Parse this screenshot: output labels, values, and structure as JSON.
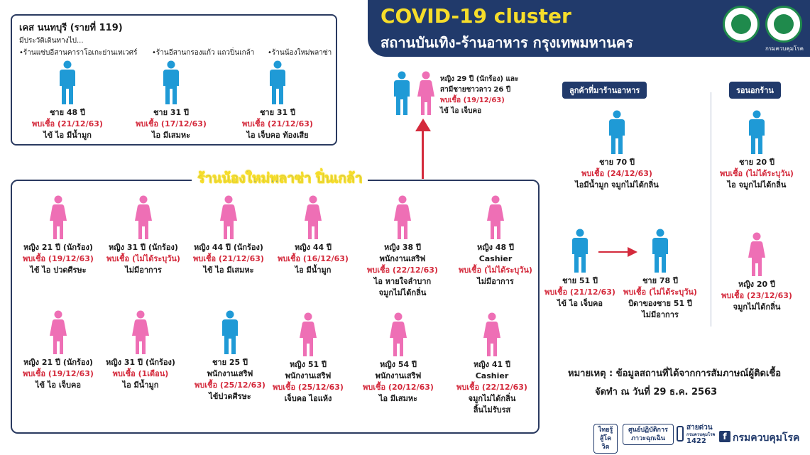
{
  "header": {
    "title": "COVID-19 cluster",
    "subtitle": "สถานบันเทิง-ร้านอาหาร กรุงเทพมหานคร",
    "logo2_caption": "กรมควบคุมโรค"
  },
  "colors": {
    "male": "#1f9ad6",
    "female": "#ee6fb5",
    "accent_red": "#d42a3c",
    "navy": "#213a6b",
    "yellow": "#f6dd2a"
  },
  "nonthaburi": {
    "title": "เคส นนทบุรี (รายที่ 119)",
    "history": "มีประวัติเดินทางไป...",
    "locations": [
      "•ร้านแซ่บอีสานคาราโอเกะย่านเทเวศร์",
      "•ร้านอีสานกรองแก้ว แถวปิ่นเกล้า",
      "•ร้านน้องใหม่พลาซ่า"
    ]
  },
  "main_cluster": {
    "title": "ร้านน้องใหม่พลาซ่า ปิ่นเกล้า"
  },
  "couple": {
    "line1": "หญิง 29 ปี (นักร้อง)  และ",
    "line2": "สามีชายชาวลาว 26 ปี",
    "found": "พบเชื้อ (19/12/63)",
    "symptom": "ไข้ ไอ เจ็บคอ"
  },
  "restaurant_label": "ลูกค้าที่มาร้านอาหาร",
  "outside_label": "รอนอกร้าน",
  "note": "หมายเหตุ : ข้อมูลสถานที่ได้จากการสัมภาษณ์ผู้ติดเชื้อ",
  "date": "จัดทำ ณ วันที่ 29 ธ.ค. 2563",
  "footer": {
    "b1": "ไทยรู้ สู้โควิด",
    "b2": "ศูนย์ปฏิบัติการ ภาวะฉุกเฉิน",
    "hotline_label": "สายด่วน",
    "hotline_org": "กรมควบคุมโรค",
    "hotline_num": "1422",
    "fb": "f",
    "fb_name": "กรมควบคุมโรค"
  },
  "people": [
    {
      "id": "n1",
      "gender": "male",
      "lines": [
        [
          "ชาย 48 ปี",
          "b"
        ],
        [
          "พบเชื้อ (21/12/63)",
          "r"
        ],
        [
          "ไข้ ไอ มีน้ำมูก",
          "b"
        ]
      ]
    },
    {
      "id": "n2",
      "gender": "male",
      "lines": [
        [
          "ชาย 31 ปี",
          "b"
        ],
        [
          "พบเชื้อ (17/12/63)",
          "r"
        ],
        [
          "ไอ มีเสมหะ",
          "b"
        ]
      ]
    },
    {
      "id": "n3",
      "gender": "male",
      "lines": [
        [
          "ชาย 31 ปี",
          "b"
        ],
        [
          "พบเชื้อ (21/12/63)",
          "r"
        ],
        [
          "ไอ เจ็บคอ ท้องเสีย",
          "b"
        ]
      ]
    },
    {
      "id": "m1",
      "gender": "female",
      "lines": [
        [
          "หญิง 21 ปี  (นักร้อง)",
          "b"
        ],
        [
          "พบเชื้อ (19/12/63)",
          "r"
        ],
        [
          "ไข้ ไอ ปวดศีรษะ",
          "b"
        ]
      ]
    },
    {
      "id": "m2",
      "gender": "female",
      "lines": [
        [
          "หญิง 31 ปี (นักร้อง)",
          "b"
        ],
        [
          "พบเชื้อ (ไม่ได้ระบุวัน)",
          "r"
        ],
        [
          "ไม่มีอาการ",
          "b"
        ]
      ]
    },
    {
      "id": "m3",
      "gender": "female",
      "lines": [
        [
          "หญิง 44 ปี (นักร้อง)",
          "b"
        ],
        [
          "พบเชื้อ (21/12/63)",
          "r"
        ],
        [
          "ไข้ ไอ มีเสมหะ",
          "b"
        ]
      ]
    },
    {
      "id": "m4",
      "gender": "female",
      "lines": [
        [
          "หญิง 44 ปี",
          "b"
        ],
        [
          "พบเชื้อ (16/12/63)",
          "r"
        ],
        [
          "ไอ มีน้ำมูก",
          "b"
        ]
      ]
    },
    {
      "id": "m5",
      "gender": "female",
      "lines": [
        [
          "หญิง 38  ปี",
          "b"
        ],
        [
          "พนักงานเสริฟ",
          "b"
        ],
        [
          "พบเชื้อ (22/12/63)",
          "r"
        ],
        [
          "ไอ หายใจลำบาก",
          "b"
        ],
        [
          "จมูกไม่ได้กลิ่น",
          "b"
        ]
      ]
    },
    {
      "id": "m6",
      "gender": "female",
      "lines": [
        [
          "หญิง 48  ปี",
          "b"
        ],
        [
          "Cashier",
          "b"
        ],
        [
          "พบเชื้อ (ไม่ได้ระบุวัน)",
          "r"
        ],
        [
          "ไม่มีอาการ",
          "b"
        ]
      ]
    },
    {
      "id": "m7",
      "gender": "female",
      "lines": [
        [
          "หญิง 21 ปี  (นักร้อง)",
          "b"
        ],
        [
          "พบเชื้อ (19/12/63)",
          "r"
        ],
        [
          "ไข้ ไอ เจ็บคอ",
          "b"
        ]
      ]
    },
    {
      "id": "m8",
      "gender": "female",
      "lines": [
        [
          "หญิง 31 ปี (นักร้อง)",
          "b"
        ],
        [
          "พบเชื้อ (1เดือน)",
          "r"
        ],
        [
          "ไอ มีน้ำมูก",
          "b"
        ]
      ]
    },
    {
      "id": "m9",
      "gender": "male",
      "lines": [
        [
          "ชาย 25  ปี",
          "b"
        ],
        [
          "พนักงานเสริฟ",
          "b"
        ],
        [
          "พบเชื้อ (25/12/63)",
          "r"
        ],
        [
          "ไข้ปวดศีรษะ",
          "b"
        ]
      ]
    },
    {
      "id": "m10",
      "gender": "female",
      "lines": [
        [
          "หญิง 51  ปี",
          "b"
        ],
        [
          "พนักงานเสริฟ",
          "b"
        ],
        [
          "พบเชื้อ (25/12/63)",
          "r"
        ],
        [
          "เจ็บคอ ไอแห้ง",
          "b"
        ]
      ]
    },
    {
      "id": "m11",
      "gender": "female",
      "lines": [
        [
          "หญิง 54  ปี",
          "b"
        ],
        [
          "พนักงานเสริฟ",
          "b"
        ],
        [
          "พบเชื้อ (20/12/63)",
          "r"
        ],
        [
          "ไอ มีเสมหะ",
          "b"
        ]
      ]
    },
    {
      "id": "m12",
      "gender": "female",
      "lines": [
        [
          "หญิง 41  ปี",
          "b"
        ],
        [
          "Cashier",
          "b"
        ],
        [
          "พบเชื้อ (22/12/63)",
          "r"
        ],
        [
          "จมูกไม่ได้กลิ่น",
          "b"
        ],
        [
          "ลิ้นไม่รับรส",
          "b"
        ]
      ]
    },
    {
      "id": "r1",
      "gender": "male",
      "lines": [
        [
          "ชาย 70 ปี",
          "b"
        ],
        [
          "พบเชื้อ (24/12/63)",
          "r"
        ],
        [
          "ไอมีน้ำมูก จมูกไม่ได้กลิ่น",
          "b"
        ]
      ]
    },
    {
      "id": "r2",
      "gender": "male",
      "lines": [
        [
          "ชาย 51 ปี",
          "b"
        ],
        [
          "พบเชื้อ (21/12/63)",
          "r"
        ],
        [
          "ไข้ ไอ เจ็บคอ",
          "b"
        ]
      ]
    },
    {
      "id": "r3",
      "gender": "male",
      "lines": [
        [
          "ชาย 78 ปี",
          "b"
        ],
        [
          "พบเชื้อ (ไม่ได้ระบุวัน)",
          "r"
        ],
        [
          "บิดาของชาย 51 ปี",
          "b"
        ],
        [
          "ไม่มีอาการ",
          "b"
        ]
      ]
    },
    {
      "id": "o1",
      "gender": "male",
      "lines": [
        [
          "ชาย 20 ปี",
          "b"
        ],
        [
          "พบเชื้อ (ไม่ได้ระบุวัน)",
          "r"
        ],
        [
          "ไอ จมูกไม่ได้กลิ่น",
          "b"
        ]
      ]
    },
    {
      "id": "o2",
      "gender": "female",
      "lines": [
        [
          "หญิง 20 ปี",
          "b"
        ],
        [
          "พบเชื้อ (23/12/63)",
          "r"
        ],
        [
          "จมูกไม่ได้กลิ่น",
          "b"
        ]
      ]
    }
  ]
}
